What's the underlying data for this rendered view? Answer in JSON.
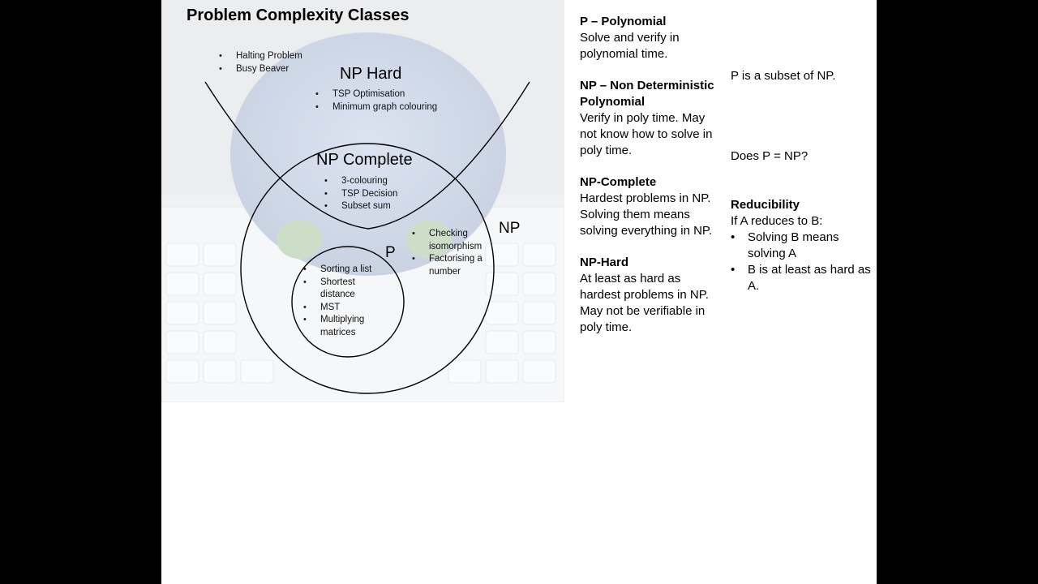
{
  "slide": {
    "title": "Problem Complexity Classes"
  },
  "diagram": {
    "undecidable_items": [
      "Halting Problem",
      "Busy Beaver"
    ],
    "np_hard": {
      "label": "NP Hard",
      "items": [
        "TSP Optimisation",
        "Minimum graph colouring"
      ]
    },
    "np_complete": {
      "label": "NP Complete",
      "items": [
        "3-colouring",
        "TSP Decision",
        "Subset sum"
      ]
    },
    "np": {
      "label": "NP",
      "items": [
        "Checking isomorphism",
        "Factorising a number"
      ]
    },
    "p": {
      "label": "P",
      "items": [
        "Sorting a list",
        "Shortest distance",
        "MST",
        "Multiplying matrices"
      ]
    }
  },
  "definitions": [
    {
      "term": "P – Polynomial",
      "text": "Solve and verify in polynomial time."
    },
    {
      "term": "NP – Non Deterministic Polynomial",
      "text": "Verify in poly time. May not know how to solve in poly time."
    },
    {
      "term": "NP-Complete",
      "text": "Hardest problems in NP. Solving them means solving everything in NP."
    },
    {
      "term": "NP-Hard",
      "text": "At least as hard as hardest problems in NP. May not be verifiable in poly time."
    }
  ],
  "notes": {
    "subset": "P is a subset of NP.",
    "question": "Does P = NP?",
    "reducibility": {
      "title": "Reducibility",
      "intro": "If A reduces to B:",
      "items": [
        "Solving B means solving A",
        "B is at least as hard as A."
      ]
    }
  },
  "colors": {
    "background": "#000000",
    "slide": "#ffffff",
    "brain": "#5b7fb5",
    "keyboard": "#d9dde3",
    "line": "#000000"
  }
}
